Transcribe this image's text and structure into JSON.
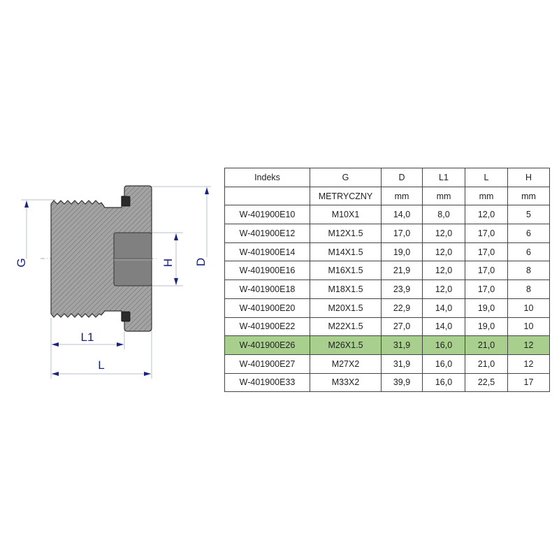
{
  "drawing": {
    "dimension_labels": {
      "G": "G",
      "H": "H",
      "D": "D",
      "L1": "L1",
      "L": "L"
    },
    "colors": {
      "body_fill": "#9a9a9a",
      "socket_fill": "#7a7a7a",
      "seal_fill": "#2b2b2b",
      "dimension": "#1a237e",
      "extension_line": "#b8bcd0"
    }
  },
  "table": {
    "highlight_color": "#a8cf8e",
    "header": {
      "row1": [
        "Indeks",
        "G",
        "D",
        "L1",
        "L",
        "H"
      ],
      "row2": [
        "",
        "METRYCZNY",
        "mm",
        "mm",
        "mm",
        "mm"
      ]
    },
    "rows": [
      {
        "indeks": "W-401900E10",
        "g": "M10X1",
        "d": "14,0",
        "l1": "8,0",
        "l": "12,0",
        "h": "5",
        "highlighted": false
      },
      {
        "indeks": "W-401900E12",
        "g": "M12X1.5",
        "d": "17,0",
        "l1": "12,0",
        "l": "17,0",
        "h": "6",
        "highlighted": false
      },
      {
        "indeks": "W-401900E14",
        "g": "M14X1.5",
        "d": "19,0",
        "l1": "12,0",
        "l": "17,0",
        "h": "6",
        "highlighted": false
      },
      {
        "indeks": "W-401900E16",
        "g": "M16X1.5",
        "d": "21,9",
        "l1": "12,0",
        "l": "17,0",
        "h": "8",
        "highlighted": false
      },
      {
        "indeks": "W-401900E18",
        "g": "M18X1.5",
        "d": "23,9",
        "l1": "12,0",
        "l": "17,0",
        "h": "8",
        "highlighted": false
      },
      {
        "indeks": "W-401900E20",
        "g": "M20X1.5",
        "d": "22,9",
        "l1": "14,0",
        "l": "19,0",
        "h": "10",
        "highlighted": false
      },
      {
        "indeks": "W-401900E22",
        "g": "M22X1.5",
        "d": "27,0",
        "l1": "14,0",
        "l": "19,0",
        "h": "10",
        "highlighted": false
      },
      {
        "indeks": "W-401900E26",
        "g": "M26X1.5",
        "d": "31,9",
        "l1": "16,0",
        "l": "21,0",
        "h": "12",
        "highlighted": true
      },
      {
        "indeks": "W-401900E27",
        "g": "M27X2",
        "d": "31,9",
        "l1": "16,0",
        "l": "21,0",
        "h": "12",
        "highlighted": false
      },
      {
        "indeks": "W-401900E33",
        "g": "M33X2",
        "d": "39,9",
        "l1": "16,0",
        "l": "22,5",
        "h": "17",
        "highlighted": false
      }
    ]
  }
}
